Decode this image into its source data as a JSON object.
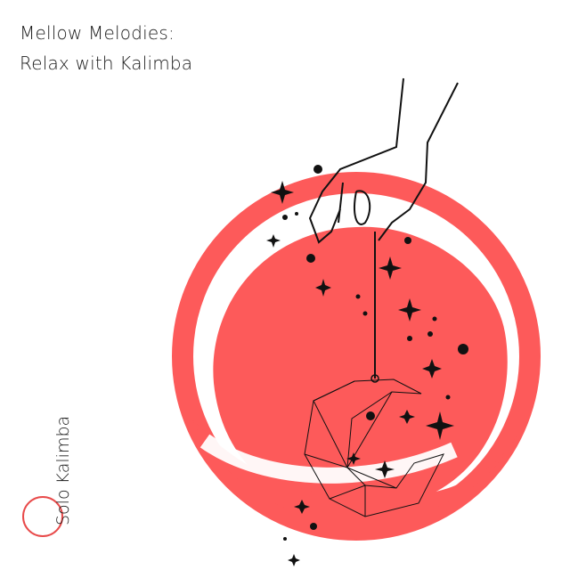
{
  "cover": {
    "title_line1": "Mellow Melodies:",
    "title_line2": "Relax with Kalimba",
    "brand": "Solo Kalimba"
  },
  "colors": {
    "accent": "#fd5a5a",
    "ink": "#111111",
    "background": "#ffffff"
  }
}
